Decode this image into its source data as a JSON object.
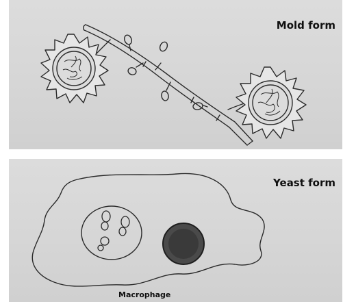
{
  "panels": {
    "top": {
      "label": "Mold form",
      "figure": "mold-form-drawing"
    },
    "bottom": {
      "label": "Yeast form",
      "figure": "yeast-form-drawing",
      "caption": "Macrophage"
    }
  },
  "colors": {
    "panel_background": "#d6d6d6",
    "ink": "#2a2a2a",
    "label_text": "#0f0f0f",
    "yeast_nucleus_fill": "#4a4a4a"
  },
  "icons": {
    "spore": "spiked-spore-icon",
    "conidium": "small-conidium-icon",
    "yeast_cell": "budding-yeast-icon"
  }
}
